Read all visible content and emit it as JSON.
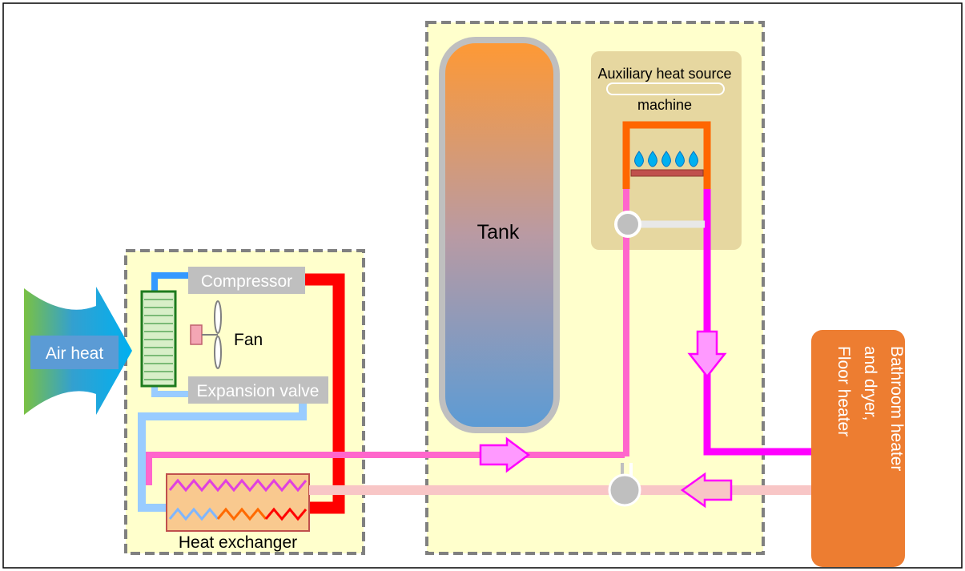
{
  "labels": {
    "compressor": "Compressor",
    "fan": "Fan",
    "expansion_valve": "Expansion valve",
    "heat_exchanger": "Heat exchanger",
    "air_heat": "Air heat",
    "tank": "Tank",
    "aux_line1": "Auxiliary heat source",
    "aux_line2": "machine",
    "load_line1": "Bathroom heater",
    "load_line2": "and dryer,",
    "load_line3": "Floor  heater"
  },
  "colors": {
    "panel_fill": "#ffffcc",
    "panel_border": "#808080",
    "component_gray": "#bfbfbf",
    "coil_green": "#1e7b1e",
    "hot_pipe": "#ff0000",
    "cold_pipe": "#99ccff",
    "blue_pipe": "#3399ff",
    "magenta_pipe": "#ff00ff",
    "pink_pipe": "#ff66cc",
    "return_pipe": "#f8c6c6",
    "load_orange": "#ed7d31",
    "aux_box": "#e6d7a0",
    "air_label_bg": "#5b9bd5",
    "tank_top": "#ff9933",
    "tank_bottom": "#5b9bd5"
  },
  "icons": [
    "fan-icon",
    "flame-icon",
    "pump-icon",
    "flow-arrow-icon",
    "air-heat-arrow-icon"
  ]
}
